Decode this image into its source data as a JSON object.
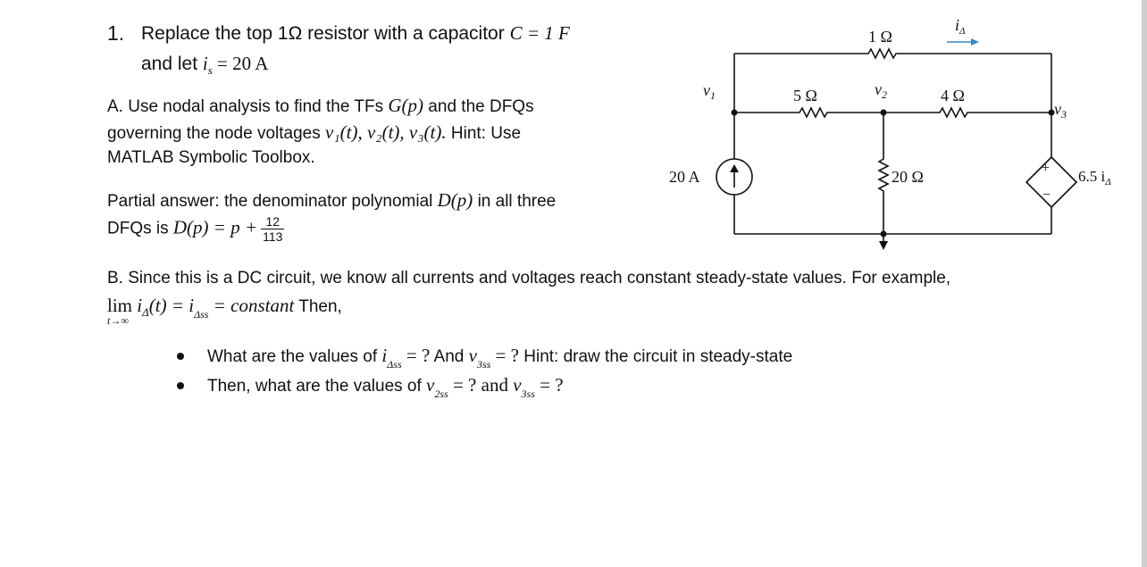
{
  "problem": {
    "number": "1.",
    "line1": "Replace the top 1Ω resistor with a capacitor ",
    "line1_math": "C = 1 F",
    "line2": "and let ",
    "line2_math_var": "i",
    "line2_math_sub": "s",
    "line2_math_rest": " = 20 A"
  },
  "part_a": {
    "line1_a": "A. Use nodal analysis to find the TFs ",
    "line1_math": "G(p)",
    "line1_b": " and the DFQs",
    "line2_a": "governing the node voltages ",
    "line2_math": "v₁(t), v₂(t), v₃(t).",
    "line2_b": "  Hint: Use",
    "line3": "MATLAB Symbolic Toolbox."
  },
  "partial": {
    "line1_a": "Partial answer: the denominator polynomial ",
    "line1_math": "D(p)",
    "line1_b": " in all three",
    "line2_a": "DFQs is ",
    "line2_math": "D(p) = p +",
    "frac_num": "12",
    "frac_den": "113"
  },
  "part_b": {
    "line1": "B. Since this is a DC circuit, we know all currents and voltages reach constant steady-state values. For example,",
    "lim": "lim",
    "lim_under": "t→∞",
    "line2_math_a": " i",
    "line2_math_a_sub": "Δ",
    "line2_math_b": "(t) = i",
    "line2_math_b_sub": "Δss",
    "line2_math_c": " = constant",
    "line2_then": "  Then,"
  },
  "bullets": {
    "b1_a": "What are the values of ",
    "b1_m1": "i",
    "b1_m1_sub": "Δss",
    "b1_m1_rest": " = ?",
    "b1_b": " And ",
    "b1_m2": "v",
    "b1_m2_sub": "3ss",
    "b1_m2_rest": " = ?",
    "b1_c": " Hint: draw the circuit in steady-state",
    "b2_a": "Then, what are the values of ",
    "b2_m1": "v",
    "b2_m1_sub": "2ss",
    "b2_m1_rest": " = ?",
    "b2_b": "  and  ",
    "b2_m2": "v",
    "b2_m2_sub": "3ss",
    "b2_m2_rest": " = ?"
  },
  "circuit": {
    "r_top": "1 Ω",
    "i_delta_label": "i",
    "i_delta_sub": "Δ",
    "v1": "v",
    "v1_sub": "1",
    "v2": "v",
    "v2_sub": "2",
    "v3": "v",
    "v3_sub": "3",
    "r_5": "5 Ω",
    "r_4": "4 Ω",
    "r_20": "20 Ω",
    "source": "20 A",
    "dep_source": "6.5 i",
    "dep_source_sub": "Δ",
    "plus": "+",
    "minus": "−",
    "arrow_color": "#3a86c8"
  }
}
